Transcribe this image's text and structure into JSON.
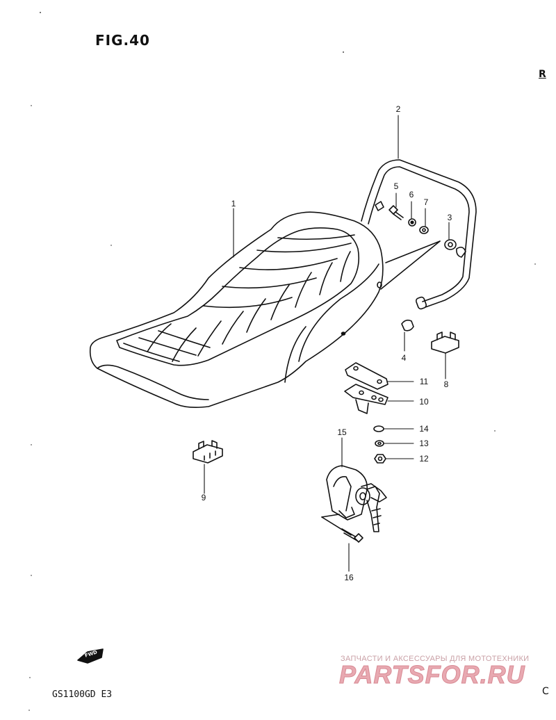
{
  "figure": {
    "title": "FIG.40",
    "corner_top_right": "R",
    "corner_bottom_right": "C",
    "model": "GS1100GD E3",
    "fwd_badge": "FWD"
  },
  "watermark": {
    "line": "ЗАПЧАСТИ И АКСЕССУАРЫ ДЛЯ МОТОТЕХНИКИ",
    "logo": "PARTSFOR.RU"
  },
  "callouts": [
    {
      "id": "1",
      "label": "1"
    },
    {
      "id": "2",
      "label": "2"
    },
    {
      "id": "3",
      "label": "3"
    },
    {
      "id": "4",
      "label": "4"
    },
    {
      "id": "5",
      "label": "5"
    },
    {
      "id": "6",
      "label": "6"
    },
    {
      "id": "7",
      "label": "7"
    },
    {
      "id": "8",
      "label": "8"
    },
    {
      "id": "9",
      "label": "9"
    },
    {
      "id": "10",
      "label": "10"
    },
    {
      "id": "11",
      "label": "11"
    },
    {
      "id": "12",
      "label": "12"
    },
    {
      "id": "13",
      "label": "13"
    },
    {
      "id": "14",
      "label": "14"
    },
    {
      "id": "15",
      "label": "15"
    },
    {
      "id": "16",
      "label": "16"
    }
  ]
}
